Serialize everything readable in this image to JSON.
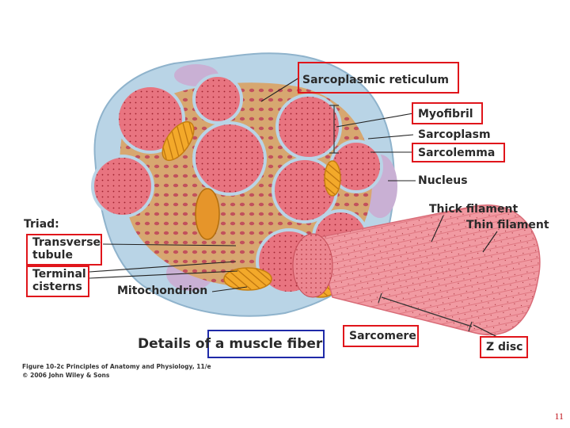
{
  "labels": {
    "sarcoplasmic_reticulum": "Sarcoplasmic reticulum",
    "myofibril": "Myofibril",
    "sarcoplasm": "Sarcoplasm",
    "sarcolemma": "Sarcolemma",
    "nucleus": "Nucleus",
    "thick_filament": "Thick filament",
    "thin_filament": "Thin filament",
    "triad": "Triad:",
    "transverse_tubule": "Transverse tubule",
    "terminal_cisterns": "Terminal cisterns",
    "mitochondrion": "Mitochondrion",
    "sarcomere": "Sarcomere",
    "z_disc": "Z disc"
  },
  "title": "Details of a muscle fiber",
  "caption": {
    "line1": "Figure 10-2c  Principles of Anatomy and Physiology, 11/e",
    "line2": "© 2006 John Wiley & Sons"
  },
  "page_number": "11",
  "colors": {
    "highlight_red": "#e0151b",
    "highlight_blue": "#1f2aa8",
    "myofibril_pink": "#e8707a",
    "sr_tan": "#d9a56a",
    "mitochondrion_orange": "#f0a520",
    "membrane_blue": "#b9d4e6",
    "nucleus_purple": "#c9b0d4"
  }
}
